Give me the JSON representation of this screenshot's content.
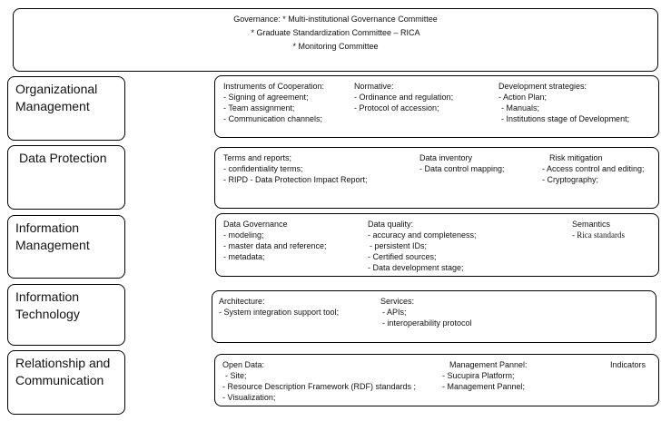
{
  "governance": {
    "line1": "Governance: * Multi-institutional Governance Committee",
    "line2": "* Graduate Standardization Committee – RICA",
    "line3": "* Monitoring Committee"
  },
  "rows": [
    {
      "label": "Organizational Management",
      "columns": [
        {
          "title": "Instruments of Cooperation:",
          "items": [
            "- Signing of agreement;",
            "- Team assignment;",
            "- Communication channels;"
          ]
        },
        {
          "title": "Normative:",
          "items": [
            "- Ordinance and regulation;",
            "- Protocol of accession;"
          ]
        },
        {
          "title": "Development strategies:",
          "items": [
            "- Action Plan;",
            "- Manuals;",
            "- Institutions stage of Development;"
          ]
        }
      ]
    },
    {
      "label": "Data Protection",
      "columns": [
        {
          "title": "Terms and reports;",
          "items": [
            "- confidentiality terms;",
            "- RIPD - Data Protection Impact Report;"
          ]
        },
        {
          "title": "Data inventory",
          "items": [
            "- Data control mapping;"
          ]
        },
        {
          "title": "Risk mitigation",
          "items": [
            "- Access control and editing;",
            "- Cryptography;"
          ]
        }
      ]
    },
    {
      "label": "Information Management",
      "columns": [
        {
          "title": "Data Governance",
          "items": [
            "- modeling;",
            "- master data and reference;",
            "- metadata;"
          ]
        },
        {
          "title": "Data quality:",
          "items": [
            "- accuracy and completeness;",
            "- persistent IDs;",
            "- Certified sources;",
            "- Data development stage;"
          ]
        },
        {
          "title": "Semantics",
          "items": [
            "- Rica standards"
          ]
        }
      ]
    },
    {
      "label": "Information Technology",
      "columns": [
        {
          "title": "Architecture:",
          "items": [
            "- System integration support tool;"
          ]
        },
        {
          "title": "Services:",
          "items": [
            "- APIs;",
            "- interoperability protocol"
          ]
        }
      ]
    },
    {
      "label": "Relationship and Communication",
      "columns": [
        {
          "title": "Open Data:",
          "items": [
            "- Site;",
            "- Resource Description Framework (RDF) standards ;",
            "- Visualization;"
          ]
        },
        {
          "title": "Management Pannel:",
          "items": [
            "- Sucupira Platform;",
            "- Management Pannel;"
          ]
        },
        {
          "title": "Indicators",
          "items": []
        }
      ]
    }
  ]
}
